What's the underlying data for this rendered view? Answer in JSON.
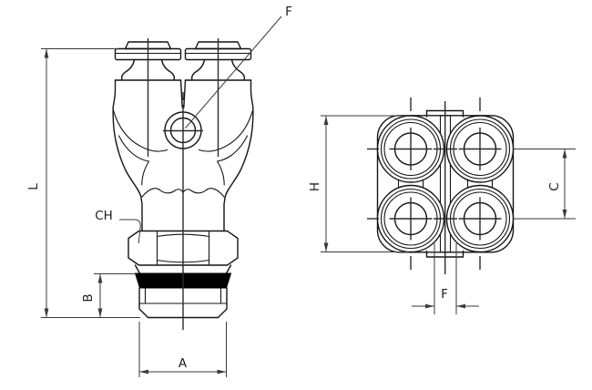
{
  "front_view": {
    "labels": {
      "overall_length": "L",
      "thread_section": "B",
      "thread_width": "A",
      "hex_flats": "CH",
      "side_hole": "F"
    }
  },
  "top_view": {
    "labels": {
      "overall_height": "H",
      "port_pitch": "C",
      "hole_width": "F"
    }
  },
  "colors": {
    "object_line": "#141414",
    "dimension_line": "#3a3a3a",
    "seal_fill": "#000000",
    "background": "#ffffff"
  }
}
